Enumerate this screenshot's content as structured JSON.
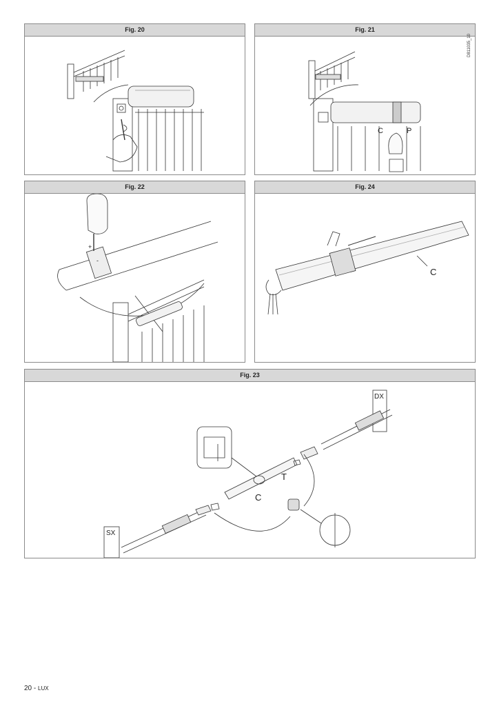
{
  "figures": {
    "fig20": {
      "title": "Fig. 20"
    },
    "fig21": {
      "title": "Fig. 21",
      "labels": {
        "c": "C",
        "p": "P"
      }
    },
    "fig22": {
      "title": "Fig. 22",
      "labels": {
        "plus": "+",
        "minus": "-"
      }
    },
    "fig24": {
      "title": "Fig. 24",
      "labels": {
        "c": "C"
      }
    },
    "fig23": {
      "title": "Fig. 23",
      "labels": {
        "dx": "DX",
        "sx": "SX",
        "c": "C",
        "t": "T"
      }
    }
  },
  "drawing_code": "D811035_10",
  "footer": {
    "page": "20 - ",
    "brand": "LUX"
  }
}
